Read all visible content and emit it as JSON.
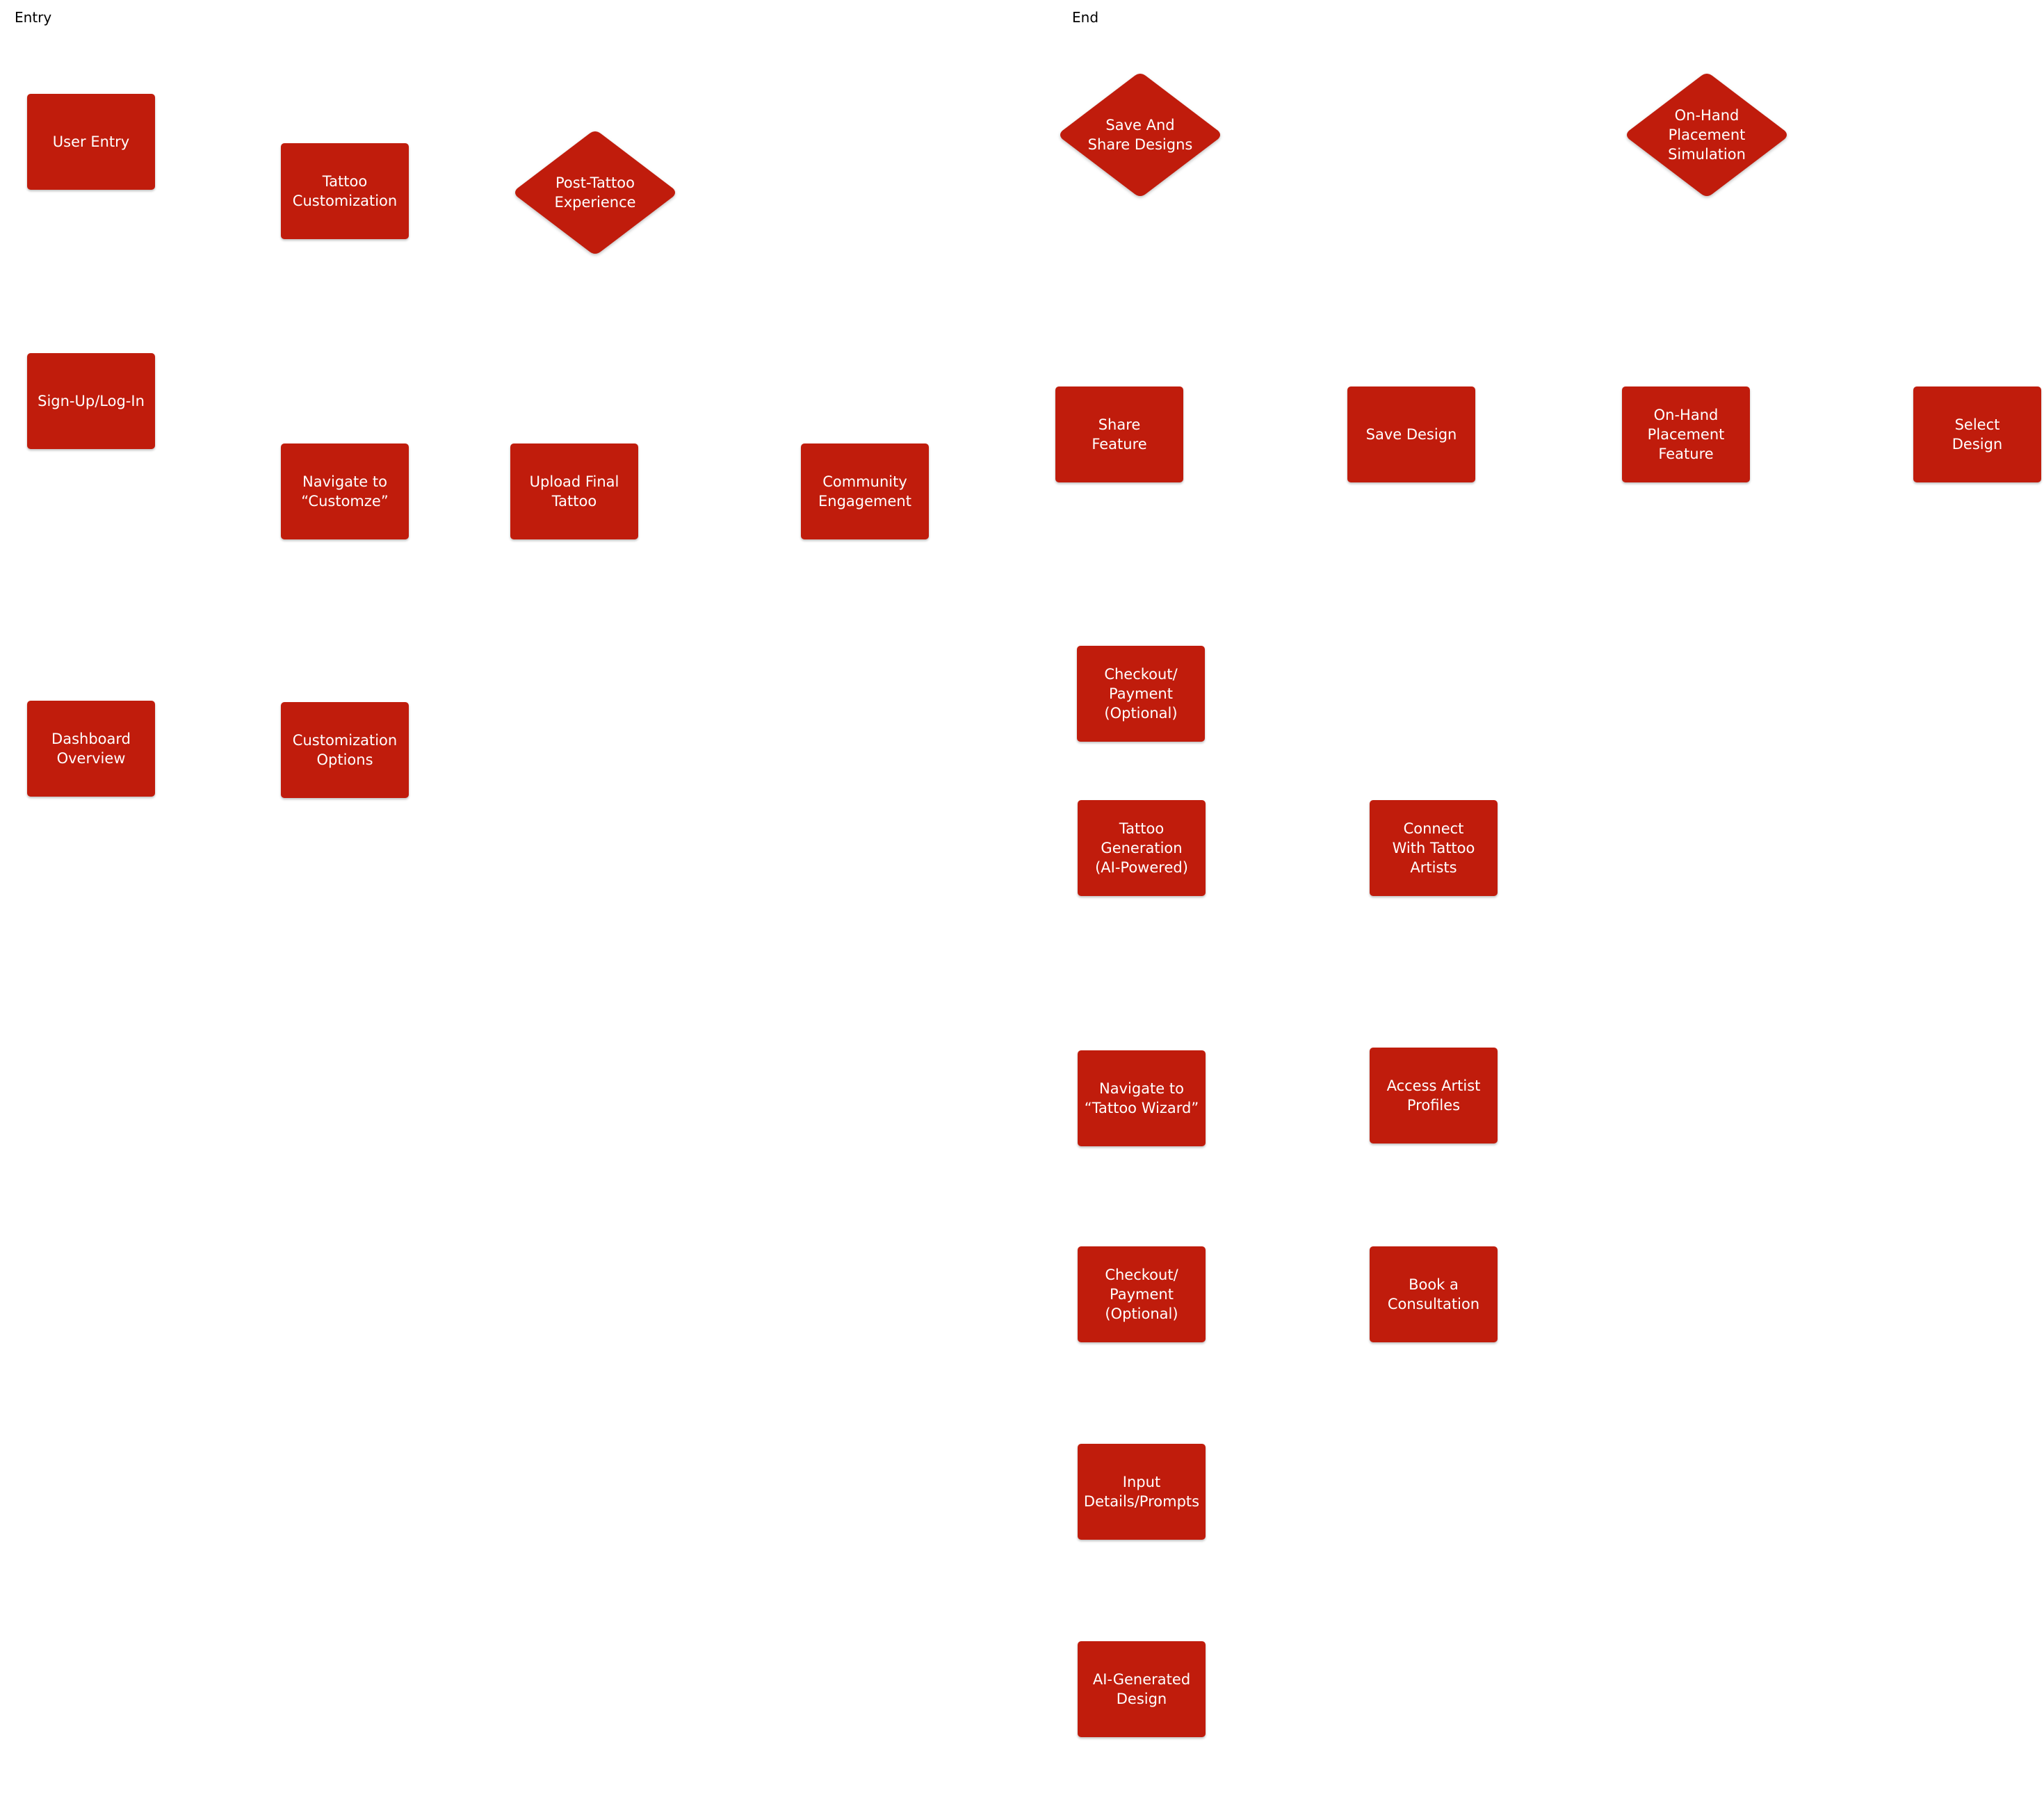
{
  "colors": {
    "node_fill": "#c01c0c",
    "node_text": "#ffffff",
    "label_text": "#000000",
    "background": "#ffffff"
  },
  "labels": {
    "entry": "Entry",
    "end": "End"
  },
  "nodes": {
    "user_entry": "User Entry",
    "tattoo_customization": "Tattoo\nCustomization",
    "post_tattoo_experience": "Post-Tattoo\nExperience",
    "sign_up_log_in": "Sign-Up/Log-In",
    "navigate_customize": "Navigate to\n“Customze”",
    "upload_final_tattoo": "Upload Final\nTattoo",
    "community_engagement": "Community\nEngagement",
    "dashboard_overview": "Dashboard\nOverview",
    "customization_options": "Customization\nOptions",
    "save_and_share_designs": "Save And\nShare Designs",
    "on_hand_placement_simulation": "On-Hand\nPlacement\nSimulation",
    "share_feature": "Share\nFeature",
    "save_design": "Save Design",
    "on_hand_placement_feature": "On-Hand\nPlacement\nFeature",
    "select_design": "Select\nDesign",
    "checkout_payment_1": "Checkout/\nPayment\n(Optional)",
    "tattoo_generation": "Tattoo\nGeneration\n(AI-Powered)",
    "connect_with_artists": "Connect\nWith Tattoo\nArtists",
    "navigate_tattoo_wizard": "Navigate to\n“Tattoo Wizard”",
    "access_artist_profiles": "Access Artist\nProfiles",
    "checkout_payment_2": "Checkout/\nPayment\n(Optional)",
    "book_consultation": "Book a\nConsultation",
    "input_details_prompts": "Input\nDetails/Prompts",
    "ai_generated_design": "AI-Generated\nDesign"
  }
}
